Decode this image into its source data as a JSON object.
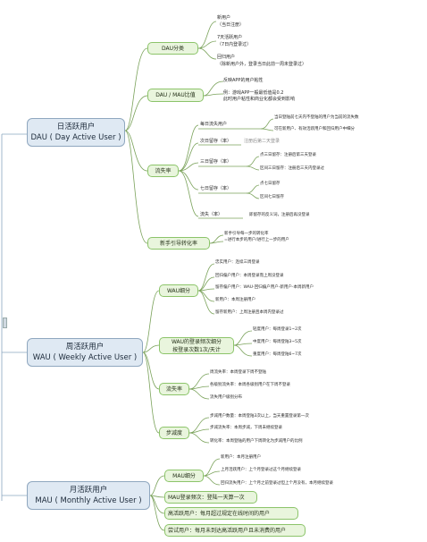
{
  "roots": {
    "dau": {
      "title": "日活跃用户",
      "subtitle": "DAU ( Day Active User )"
    },
    "wau": {
      "title": "周活跃用户",
      "subtitle": "WAU ( Weekly Active User )"
    },
    "mau": {
      "title": "月活跃用户",
      "subtitle": "MAU ( Monthly Active User )"
    }
  },
  "dau": {
    "split": {
      "label": "DAU分类",
      "items": [
        "新用户",
        "（当日注册）",
        "7天活跃用户",
        "（7日内登录过）",
        "回归用户",
        "（除新用户外，登录当日此前一周未登录过）"
      ]
    },
    "ratio": {
      "label": "DAU / MAU比值",
      "items": [
        "反映APP的用户粘性",
        "例：游戏APP一般最低值是0.2",
        "此时用户粘性和商业化都会受到影响"
      ]
    },
    "churn": {
      "label": "流失率",
      "daily": "每日流失用户",
      "daily_a": "当日登陆前七天内不登陆的用户为当前的流失数",
      "daily_b": "可在新用户、有效活跃用户和回归用户中细分",
      "next_day": "次日留存（率）",
      "next_day_note": "注册后第二天登录",
      "day3": "三日留存（率）",
      "day3_a": "点三日留存：注册后第三天登录",
      "day3_b": "区间三日留存：注册后三天内登录过",
      "day7": "七日留存（率）",
      "day7_a": "点七日留存",
      "day7_b": "区间七日留存",
      "lost": "流失（率）",
      "lost_note": "即留存的反义词，注册后再没登录"
    },
    "guide": {
      "label": "新手引导转化率",
      "items": [
        "新手引导每一步的转化率",
        "=进行本步的用户/进行上一步的用户"
      ]
    }
  },
  "wau": {
    "split": {
      "label": "WAU细分",
      "items": [
        "忠实用户：连续三周登录",
        "回归偏户用户：本周登录而上周没登录",
        "留存偏户用户：WAU-回归偏户用户-新用户-本周新用户",
        "新用户：本周注册用户",
        "留存新用户：上周注册且本周内登录过"
      ]
    },
    "freq": {
      "label": "WAU的登录频次细分",
      "label2": "按登录次数1次/天计",
      "items": [
        "轻度用户：每周登录1~2次",
        "中度用户：每周登陆3~5次",
        "重度用户：每周登陆6~7次"
      ]
    },
    "churn": {
      "label": "流失率",
      "items": [
        "周流失率：本周登录下周不登陆",
        "各级别流失率：本周各级别用户在下周不登录",
        "流失用户级别分布"
      ]
    },
    "decline": {
      "label": "步减度",
      "items": [
        "步减用户数量：本周登陆3次以上，当天重置登录第一次",
        "步减流失率：本周步减，下周未继续登录",
        "转化率：本周登陆的用户下周转化为步减用户的比例"
      ]
    }
  },
  "mau": {
    "split": {
      "label": "MAU细分",
      "items": [
        "新用户：本月注册用户",
        "上月活跃用户：上个月登录过这个月继续登录",
        "回归流失用户：上个月之前登录过但上个月没有，本月继续登录"
      ]
    },
    "freq": {
      "label": "MAU登录频次：登陆一天算一次"
    },
    "high": {
      "label": "高活跃用户：每月超过规定在线时间的用户"
    },
    "trial": {
      "label": "尝试用户：每月未到达高活跃用户且未消费的用户"
    }
  },
  "colors": {
    "root_bg": "#dfe9f3",
    "cat_bg": "#e9f5dd",
    "cat_border": "#8cc46a",
    "wire": "#7aa25a"
  }
}
